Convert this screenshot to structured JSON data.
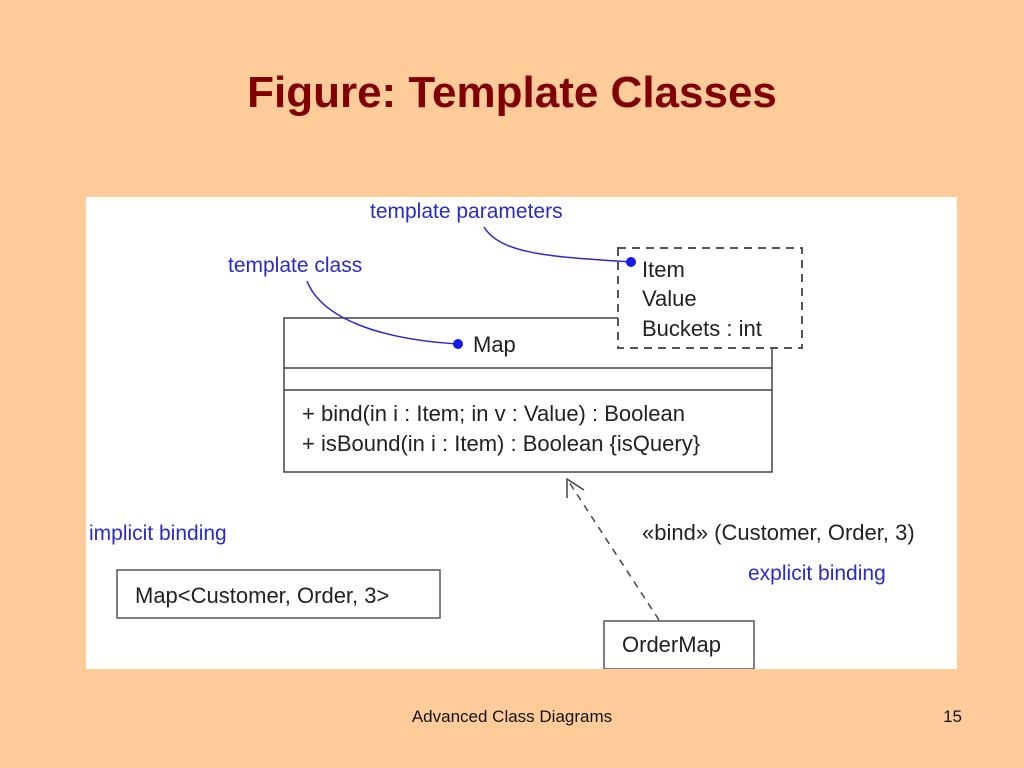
{
  "slide": {
    "title": "Figure: Template Classes",
    "footer": "Advanced Class Diagrams",
    "page_number": "15"
  },
  "diagram": {
    "callouts": {
      "template_parameters": "template parameters",
      "template_class": "template class",
      "implicit_binding": "implicit binding",
      "explicit_binding": "explicit binding"
    },
    "template_parameters": [
      "Item",
      "Value",
      "Buckets : int"
    ],
    "map_class": {
      "name": "Map",
      "operations": [
        "+ bind(in i : Item; in v : Value) : Boolean",
        "+ isBound(in i : Item) : Boolean {isQuery}"
      ]
    },
    "bind_label": "«bind» (Customer, Order, 3)",
    "implicit_class": "Map<Customer, Order, 3>",
    "ordermap_class": "OrderMap"
  }
}
